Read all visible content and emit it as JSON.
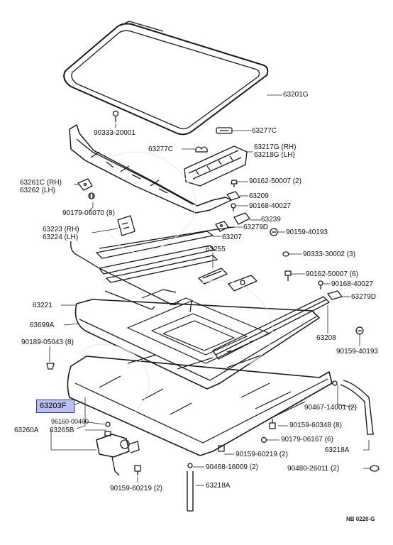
{
  "diagram": {
    "reference_code": "NB 0220-G",
    "highlighted_part": "63203F",
    "labels": {
      "p63201g": "63201G",
      "p90333_20001": "90333-20001",
      "p63277c_r": "63277C",
      "p63277c_l": "63277C",
      "p63217g": "63217G (RH)",
      "p63218g": "63218G (LH)",
      "p63261c": "63261C (RH)",
      "p63262": "63262   (LH)",
      "p90162_50007_2": "90162-50007 (2)",
      "p90179_06070": "90179-06070 (8)",
      "p63209": "63209",
      "p90168_40027_a": "90168-40027",
      "p63239": "63239",
      "p63279d_a": "63279D",
      "p90159_40193_a": "90159-40193",
      "p63223": "63223 (RH)",
      "p63224": "63224 (LH)",
      "p63207": "63207",
      "p63255": "63255",
      "p90333_30002": "90333-30002 (3)",
      "p90162_50007_6": "90162-50007 (6)",
      "p90168_40027_b": "90168-40027",
      "p63279d_b": "63279D",
      "p63221": "63221",
      "p63699a": "63699A",
      "p63208": "63208",
      "p90159_40193_b": "90159-40193",
      "p90189_05043": "90189-05043 (8)",
      "p96160_00400": "96160-00400",
      "p63260a": "63260A",
      "p63265b": "63265B",
      "p90467_14001": "90467-14001 (2)",
      "p90159_60348": "90159-60348 (8)",
      "p90179_06167": "90179-06167 (6)",
      "p63218a_r": "63218A",
      "p90159_60219_a": "90159-60219 (2)",
      "p90468_16009": "90468-16009 (2)",
      "p90480_26011": "90480-26011 (2)",
      "p63218a_b": "63218A",
      "p90159_60219_b": "90159-60219 (2)"
    }
  }
}
